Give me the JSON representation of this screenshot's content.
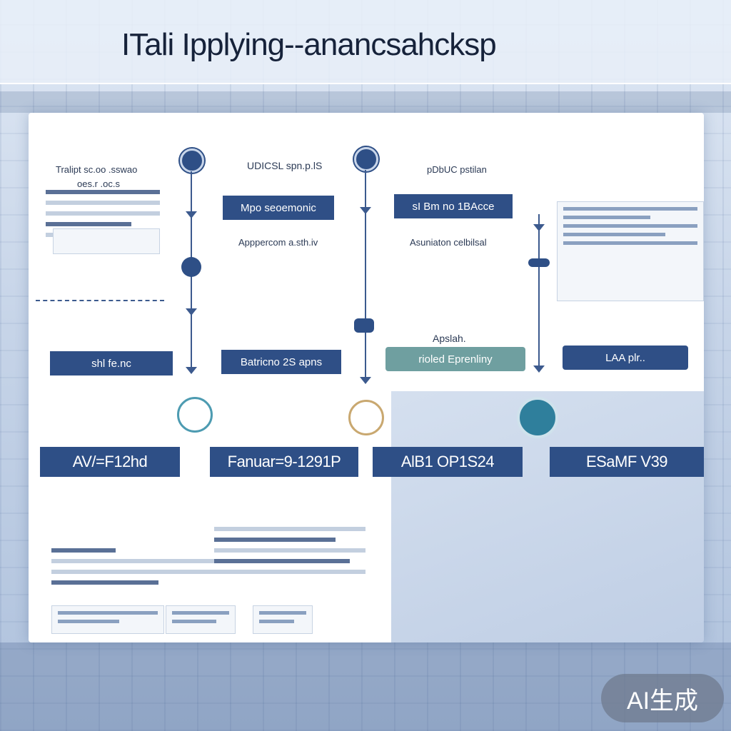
{
  "header": {
    "title": "ITali Ipplying--anancsahcksp"
  },
  "columns": [
    {
      "heading": "Tralipt sc.oo .sswao",
      "subheading": "oes.r .oc.s",
      "banner": "shl fe.nc",
      "code": "AV/=F12hd"
    },
    {
      "heading": "UDICSL spn.p.lS",
      "subheading": "Apppercom a.sth.iv",
      "banner": "Batricno 2S apns",
      "code": "Fanuar=9-1291P"
    },
    {
      "heading": "pDbUC pstilan",
      "subheading": "Asuniaton celbilsal",
      "banner": "rioled Eprenliny",
      "code": "AlB1 OP1S24",
      "note": "Apslah."
    },
    {
      "heading": "",
      "subheading": "",
      "banner": "LAA plr..",
      "code": "ESaMF V39"
    }
  ],
  "mid_banners": [
    "Mpo seoemonic",
    "sI Bm no 1BAcce"
  ],
  "watermark": "AI生成",
  "colors": {
    "primary": "#2e4f86",
    "teal": "#2f7f9c",
    "panel": "#ffffff"
  }
}
